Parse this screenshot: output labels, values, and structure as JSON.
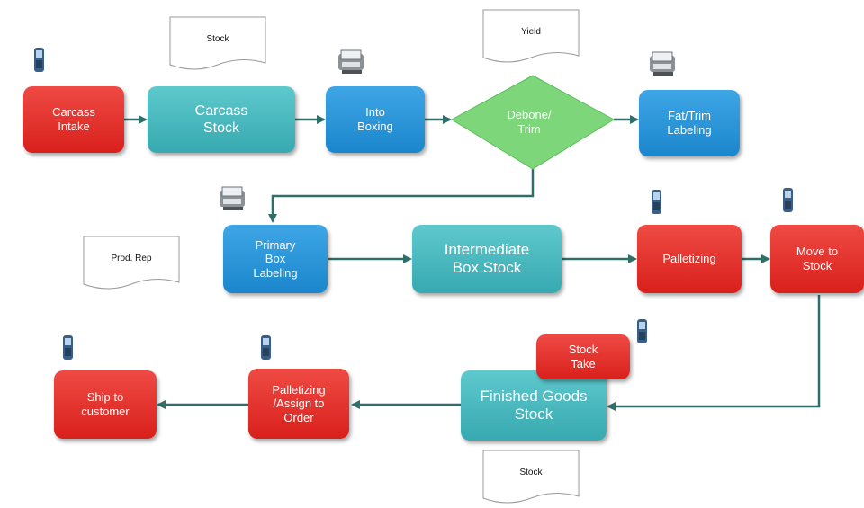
{
  "nodes": {
    "carcass_intake": "Carcass\nIntake",
    "carcass_stock": "Carcass\nStock",
    "into_boxing": "Into\nBoxing",
    "debone_trim": "Debone/\nTrim",
    "fat_trim_labeling": "Fat/Trim\nLabeling",
    "primary_box_labeling": "Primary\nBox\nLabeling",
    "intermediate_box_stock": "Intermediate\nBox Stock",
    "palletizing": "Palletizing",
    "move_to_stock": "Move to\nStock",
    "stock_take": "Stock\nTake",
    "finished_goods_stock": "Finished Goods\nStock",
    "palletizing_assign": "Palletizing\n/Assign to\nOrder",
    "ship_to_customer": "Ship to\ncustomer"
  },
  "documents": {
    "stock_top": "Stock",
    "yield": "Yield",
    "prod_rep": "Prod. Rep",
    "stock_bottom": "Stock"
  },
  "icons": {
    "handheld": "handheld-scanner-icon",
    "printer": "label-printer-icon"
  },
  "colors": {
    "red": "#e0302a",
    "teal": "#45b6bc",
    "blue": "#2593d6",
    "green": "#7ed67a",
    "arrow": "#2f6f6a"
  }
}
